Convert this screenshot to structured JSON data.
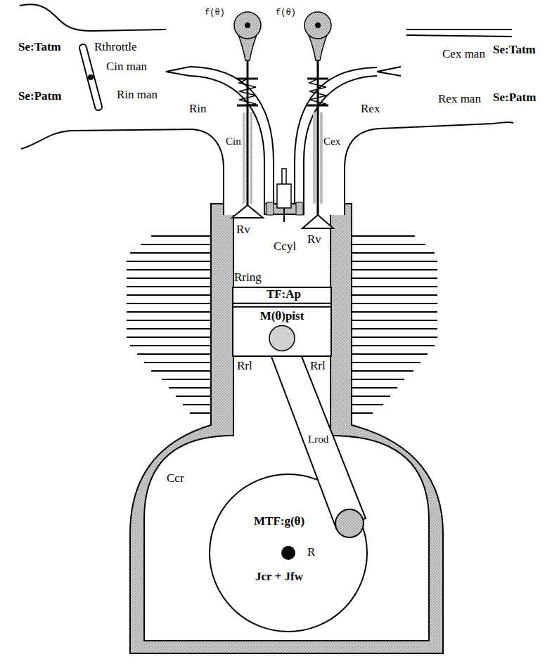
{
  "diagram": {
    "nodes": [
      {
        "text": [
          "TF:Ap",
          "M(θ)pist"
        ]
      }
    ],
    "labels": [
      "f(θ)",
      "f(θ)",
      "Se:Tatm",
      "Rthrottle",
      "Cin man",
      "Se:Patm",
      "Rin man",
      "Rin",
      "Cex man",
      "Se:Tatm",
      "Rex man",
      "Se:Patm",
      "Rex",
      "Cin",
      "Cex",
      "Rv",
      "Rv",
      "Ccyl",
      "Rring",
      "Rrl",
      "Rrl",
      "Lrod",
      "Ccr",
      "MTF:g(θ)",
      "R",
      "Jcr + Jfw"
    ]
  }
}
